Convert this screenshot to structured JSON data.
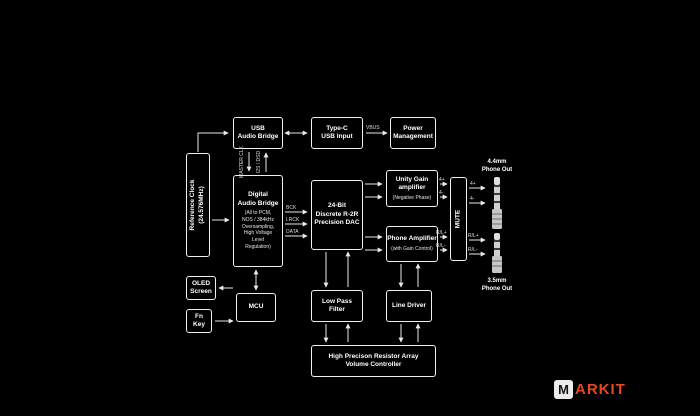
{
  "colors": {
    "background": "#000000",
    "box_border": "#f0f0f0",
    "text": "#ffffff",
    "logo_accent": "#e8481e"
  },
  "nodes": {
    "reference_clock": {
      "label": "Reference Clock\n(24.576MHz)"
    },
    "usb_audio_bridge": {
      "label": "USB\nAudio Bridge"
    },
    "type_c_usb_input": {
      "label": "Type-C\nUSB Input"
    },
    "power_management": {
      "label": "Power\nManagement"
    },
    "digital_audio_bridge": {
      "title": "Digital\nAudio Bridge",
      "subtitle": "(All to PCM,\nNOS / 384kHz\nOversampling,\nHigh Voltage\nLevel\nRegulation)"
    },
    "dac": {
      "label": "24-Bit\nDiscrete R-2R\nPrecision DAC"
    },
    "unity_gain_amplifier": {
      "title": "Unity Gain\namplifier",
      "subtitle": "(Negative Phase)"
    },
    "phone_amplifier": {
      "title": "Phone Amplifier",
      "subtitle": "(with Gain Control)"
    },
    "mute": {
      "label": "MUTE"
    },
    "oled_screen": {
      "label": "OLED\nScreen"
    },
    "fn_key": {
      "label": "Fn\nKey"
    },
    "mcu": {
      "label": "MCU"
    },
    "low_pass_filter": {
      "label": "Low Pass\nFilter"
    },
    "line_driver": {
      "label": "Line Driver"
    },
    "volume_controller": {
      "label": "High Precison Resistor Array\nVolume Controller"
    },
    "phone_out_44": {
      "label": "4.4mm\nPhone Out"
    },
    "phone_out_35": {
      "label": "3.5mm\nPhone Out"
    }
  },
  "signals": {
    "vbus": "VBUS",
    "master_clk": "MASTER CLK",
    "i2s": "I2S / DSD",
    "bck": "BCK",
    "lrck": "LRCK",
    "data": "DATA",
    "bal_plus": "4+",
    "bal_minus": "4-",
    "se_plus": "R/L+",
    "se_minus": "R/L-"
  },
  "watermark": {
    "m": "M",
    "rest": "ARKIT"
  }
}
